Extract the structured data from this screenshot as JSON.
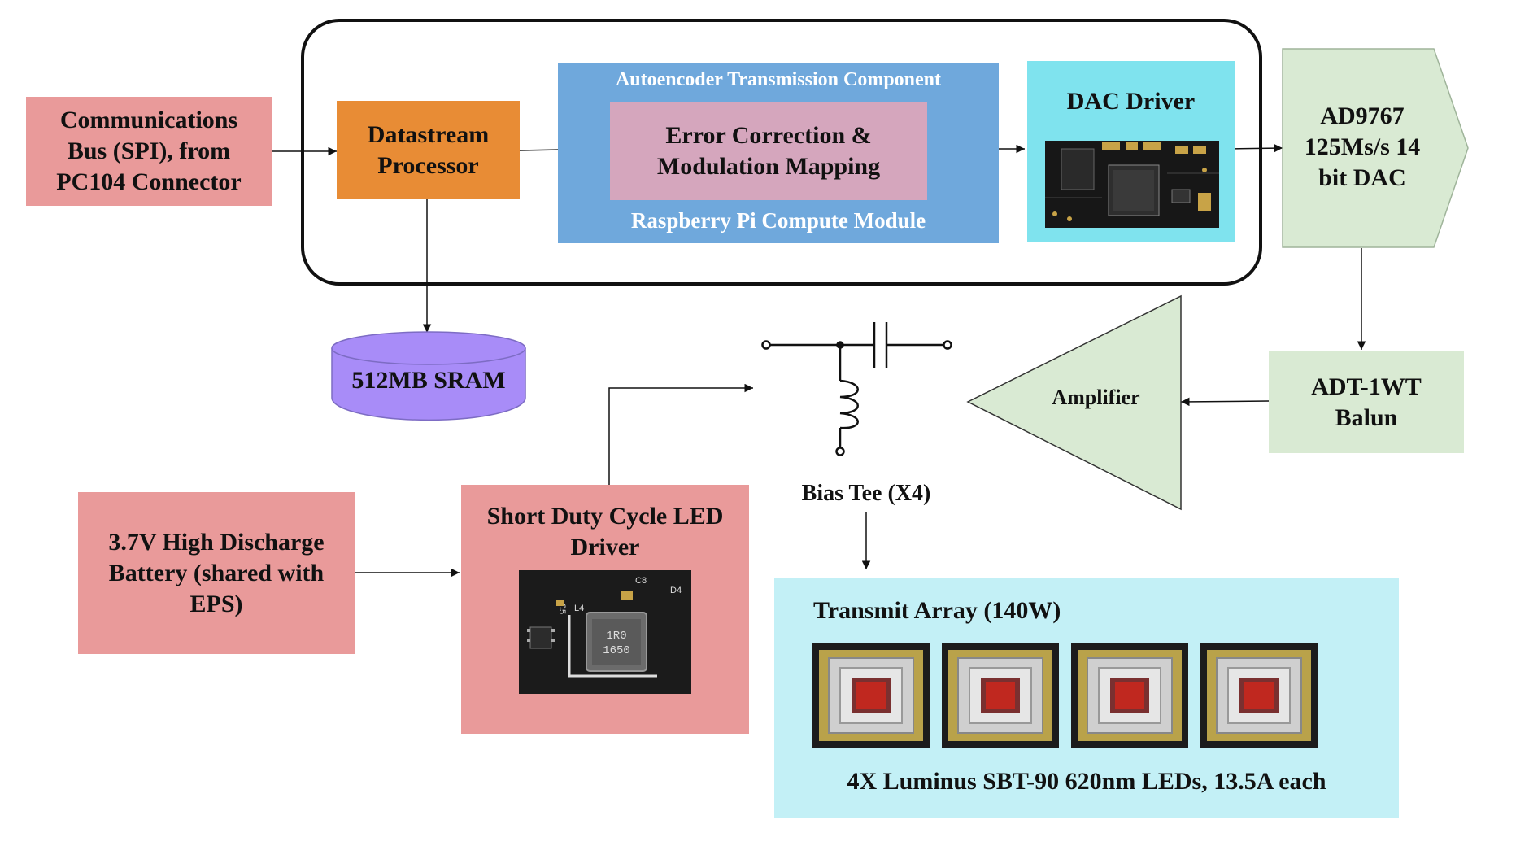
{
  "blocks": {
    "comm_bus": "Communications\nBus (SPI), from\nPC104 Connector",
    "datastream": "Datastream\nProcessor",
    "autoencoder_title": "Autoencoder Transmission Component",
    "error_correction": "Error Correction &\nModulation Mapping",
    "rpi_label": "Raspberry Pi Compute Module",
    "dac_driver": "DAC Driver",
    "dac": "AD9767\n125Ms/s 14\nbit DAC",
    "sram": "512MB SRAM",
    "balun": "ADT-1WT\nBalun",
    "amplifier": "Amplifier",
    "bias_tee": "Bias Tee (X4)",
    "battery": "3.7V High Discharge\nBattery (shared with\nEPS)",
    "led_driver": "Short Duty Cycle LED\nDriver",
    "transmit_title": "Transmit Array (140W)",
    "transmit_caption": "4X Luminus SBT-90 620nm LEDs, 13.5A each"
  },
  "photo_text": {
    "inductor_top": "1R0",
    "inductor_bottom": "1650",
    "silk_c8": "C8",
    "silk_c5": "C5",
    "silk_l4": "L4",
    "silk_d4": "D4"
  },
  "colors": {
    "pink": "#e99a9a",
    "orange": "#e88c35",
    "blue": "#6fa8dc",
    "mauve": "#d5a6bd",
    "cyan": "#7fe3ee",
    "light_cyan": "#c3f0f6",
    "green": "#d9ead3",
    "purple": "#a88cf8"
  }
}
